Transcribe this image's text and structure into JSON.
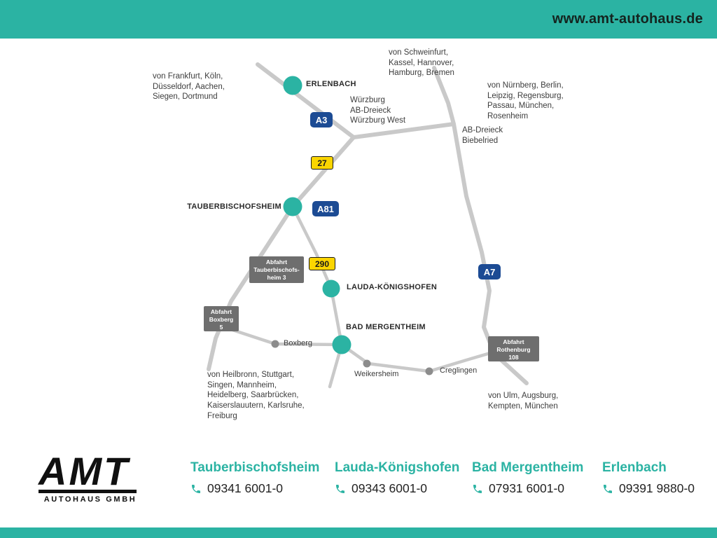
{
  "site": {
    "url": "www.amt-autohaus.de"
  },
  "map": {
    "directions": {
      "frankfurt": "von Frankfurt, Köln,\nDüsseldorf, Aachen,\nSiegen, Dortmund",
      "schweinfurt": "von Schweinfurt,\nKassel, Hannover,\nHamburg, Bremen",
      "nuernberg": "von Nürnberg, Berlin,\nLeipzig, Regensburg,\nPassau, München,\nRosenheim",
      "heilbronn": "von Heilbronn, Stuttgart,\nSingen, Mannheim,\nHeidelberg, Saarbrücken,\nKaiserslauutern, Karlsruhe,\nFreiburg",
      "ulm": "von Ulm, Augsburg,\nKempten, München"
    },
    "junctions": {
      "wuerzburg": "Würzburg\nAB-Dreieck\nWürzburg West",
      "biebelried": "AB-Dreieck\nBiebelried"
    },
    "cities": {
      "erlenbach": "ERLENBACH",
      "tauberbischofsheim": "TAUBERBISCHOFSHEIM",
      "lauda": "LAUDA-KÖNIGSHOFEN",
      "badmergentheim": "BAD MERGENTHEIM"
    },
    "towns": {
      "boxberg": "Boxberg",
      "weikersheim": "Weikersheim",
      "creglingen": "Creglingen"
    },
    "badges": {
      "a3": "A3",
      "b27": "27",
      "a81": "A81",
      "b290": "290",
      "a7": "A7"
    },
    "exits": {
      "tauberbischofsheim": "Abfahrt\nTauberbischofs-\nheim 3",
      "boxberg": "Abfahrt\nBoxberg\n5",
      "rothenburg": "Abfahrt\nRothenburg\n108"
    }
  },
  "footer": {
    "logo": {
      "title": "AMT",
      "subtitle": "AUTOHAUS GMBH"
    },
    "contacts": [
      {
        "city": "Tauberbischofsheim",
        "phone": "09341 6001-0"
      },
      {
        "city": "Lauda-Königshofen",
        "phone": "09343 6001-0"
      },
      {
        "city": "Bad Mergentheim",
        "phone": "07931 6001-0"
      },
      {
        "city": "Erlenbach",
        "phone": "09391 9880-0"
      }
    ]
  },
  "colors": {
    "teal": "#2bb3a3",
    "autobahn_blue": "#1c4b94",
    "route_yellow": "#fbd500",
    "sign_gray": "#6e6e6e",
    "road_gray": "#c9c9c9",
    "text_dark": "#3d3d3d"
  }
}
